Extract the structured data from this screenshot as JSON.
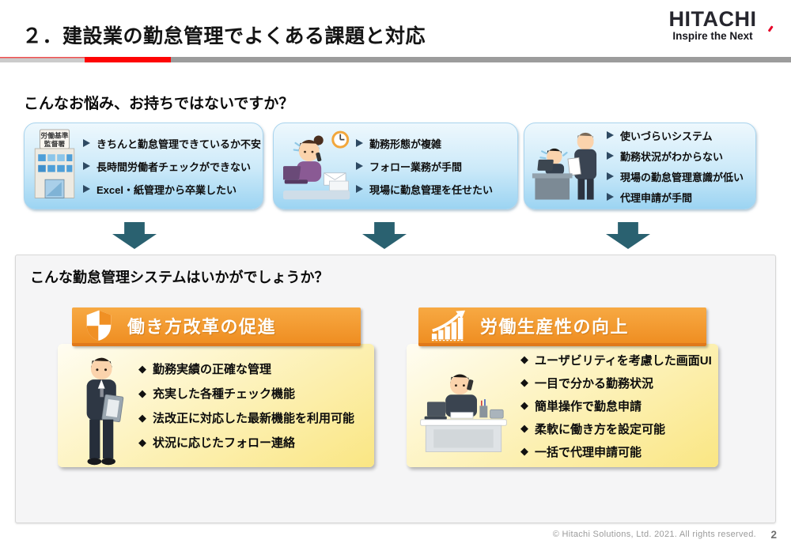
{
  "header": {
    "title": "２．建設業の勤怠管理でよくある課題と対応",
    "logo_brand": "HITACHI",
    "logo_tagline": "Inspire the Next"
  },
  "problems": {
    "heading": "こんなお悩み、お持ちではないですか？",
    "boxes": [
      {
        "illustration": "labor-standards-office-building",
        "sign_line1": "労働基準",
        "sign_line2": "監督署",
        "items": [
          "きちんと勤怠管理できているか不安",
          "長時間労働者チェックができない",
          "Excel・紙管理から卒業したい"
        ]
      },
      {
        "illustration": "stressed-woman-answering-phone",
        "items": [
          "勤務形態が複雑",
          "フォロー業務が手間",
          "現場に勤怠管理を任せたい"
        ]
      },
      {
        "illustration": "troubled-worker-and-manager",
        "items": [
          "使いづらいシステム",
          "勤務状況がわからない",
          "現場の勤怠管理意識が低い",
          "代理申請が手間"
        ]
      }
    ]
  },
  "solution": {
    "heading": "こんな勤怠管理システムはいかがでしょうか？",
    "bullet_glyph": "◆",
    "columns": [
      {
        "banner": "働き方改革の促進",
        "icon": "shield-icon",
        "illustration": "businessman-with-clipboard",
        "items": [
          "勤務実績の正確な管理",
          "充実した各種チェック機能",
          "法改正に対応した最新機能を利用可能",
          "状況に応じたフォロー連絡"
        ]
      },
      {
        "banner": "労働生産性の向上",
        "icon": "growth-chart-icon",
        "illustration": "businessman-working-at-desk",
        "items": [
          "ユーザビリティを考慮した画面UI",
          "一目で分かる勤務状況",
          "簡単操作で勤怠申請",
          "柔軟に働き方を設定可能",
          "一括で代理申請可能"
        ]
      }
    ]
  },
  "footer": {
    "copyright": "© Hitachi Solutions, Ltd. 2021.  All rights reserved.",
    "page_number": "2"
  },
  "colors": {
    "accent_red": "#e60027",
    "rule_red": "#fe0505",
    "arrow_teal": "#2a6170",
    "banner_orange": "#f09024",
    "box_blue_top": "#eef8fd",
    "box_blue_bottom": "#9cd4f2",
    "note_yellow": "#fae683",
    "panel_gray": "#f5f5f6"
  }
}
